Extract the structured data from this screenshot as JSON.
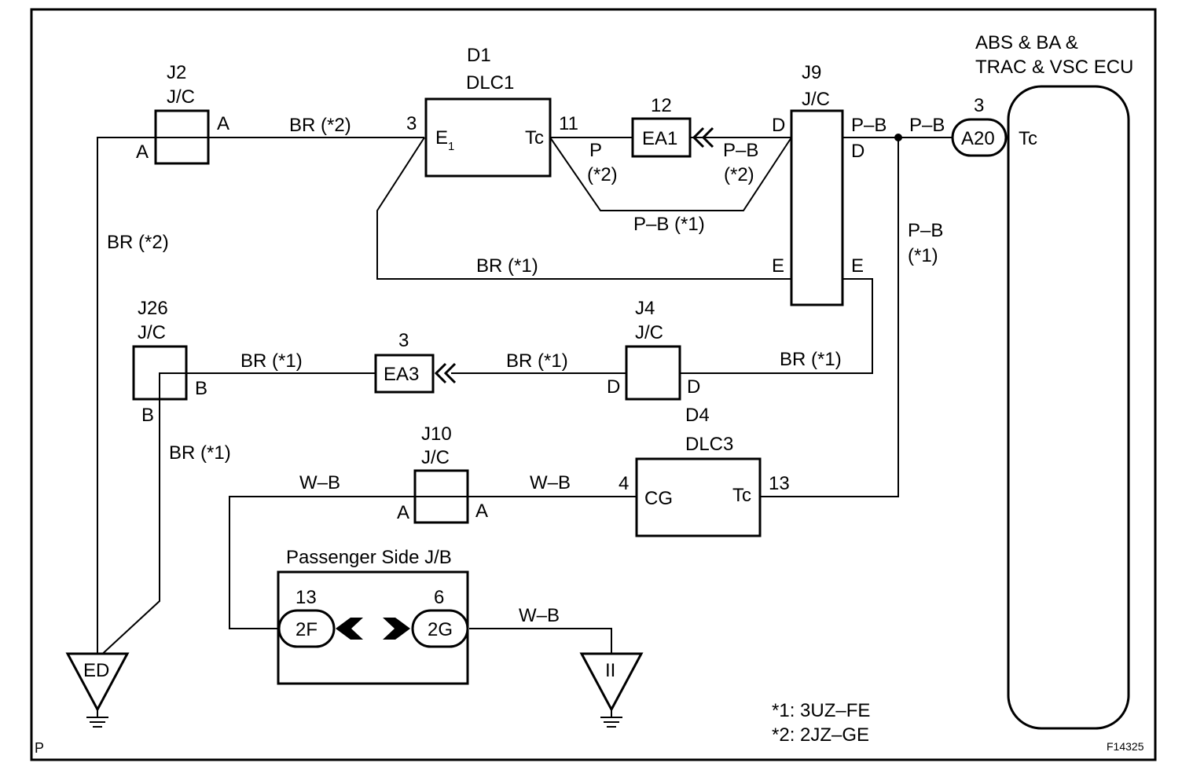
{
  "diagram": {
    "j2": {
      "id": "J2",
      "type": "J/C",
      "pin_left": "A",
      "pin_right": "A"
    },
    "d1": {
      "id": "D1",
      "name": "DLC1",
      "e1_main": "E",
      "e1_sub": "1",
      "tc": "Tc",
      "pin_e1": "3",
      "pin_tc": "11"
    },
    "ea1": {
      "label": "EA1",
      "pin": "12"
    },
    "j9": {
      "id": "J9",
      "type": "J/C",
      "pin_d_left": "D",
      "pin_d_right": "D",
      "pin_e_left": "E",
      "pin_e_right": "E"
    },
    "ecu": {
      "title_line1": "ABS & BA &",
      "title_line2": "TRAC & VSC ECU",
      "connector": "A20",
      "pin": "3",
      "terminal": "Tc"
    },
    "j26": {
      "id": "J26",
      "type": "J/C",
      "pin_right": "B",
      "pin_bottom": "B"
    },
    "ea3": {
      "label": "EA3",
      "pin": "3"
    },
    "j4": {
      "id": "J4",
      "type": "J/C",
      "pin_left": "D",
      "pin_right": "D"
    },
    "d4": {
      "id": "D4",
      "name": "DLC3",
      "cg": "CG",
      "tc": "Tc",
      "pin_cg": "4",
      "pin_tc": "13"
    },
    "j10": {
      "id": "J10",
      "type": "J/C",
      "pin_left": "A",
      "pin_right": "A"
    },
    "jb": {
      "title": "Passenger Side J/B",
      "c1": "2F",
      "c1_pin": "13",
      "c2": "2G",
      "c2_pin": "6"
    },
    "ground_ed": "ED",
    "ground_ii": "II",
    "wires": {
      "br2_top": "BR (*2)",
      "br2_left": "BR (*2)",
      "p": "P",
      "p_sub": "(*2)",
      "pb_ea1_1": "P–B",
      "pb_ea1_2": "(*2)",
      "pb1_lower": "P–B (*1)",
      "br1_e": "BR (*1)",
      "pb_j9": "P–B",
      "pb_ecu": "P–B",
      "pb1_vert_1": "P–B",
      "pb1_vert_2": "(*1)",
      "br1_right": "BR (*1)",
      "br1_mid": "BR (*1)",
      "br1_left": "BR (*1)",
      "br1_vert": "BR (*1)",
      "wb_left": "W–B",
      "wb_mid": "W–B",
      "wb_ground": "W–B"
    },
    "notes": [
      "*1: 3UZ–FE",
      "*2: 2JZ–GE"
    ],
    "corner_label": "P",
    "figure_id": "F14325"
  }
}
